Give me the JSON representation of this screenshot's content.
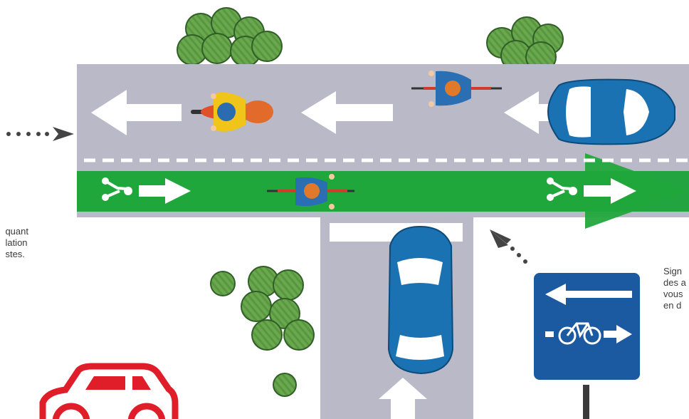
{
  "captions": {
    "left": "quant\nlation\nstes.",
    "right": "Sign\ndes a\nvous\nen d"
  },
  "colors": {
    "road": "#b9b9c7",
    "bike_lane": "#22a540",
    "arrow_green": "#21a63c",
    "sign_blue": "#1b5aa0",
    "car_blue": "#1a72b3",
    "tree_green": "#6aa84f",
    "pictogram_red": "#e01e2a"
  },
  "icons": {
    "sign": "one-way-road-with-contraflow-bike-lane-sign",
    "pictogram": "car-outline-icon"
  }
}
